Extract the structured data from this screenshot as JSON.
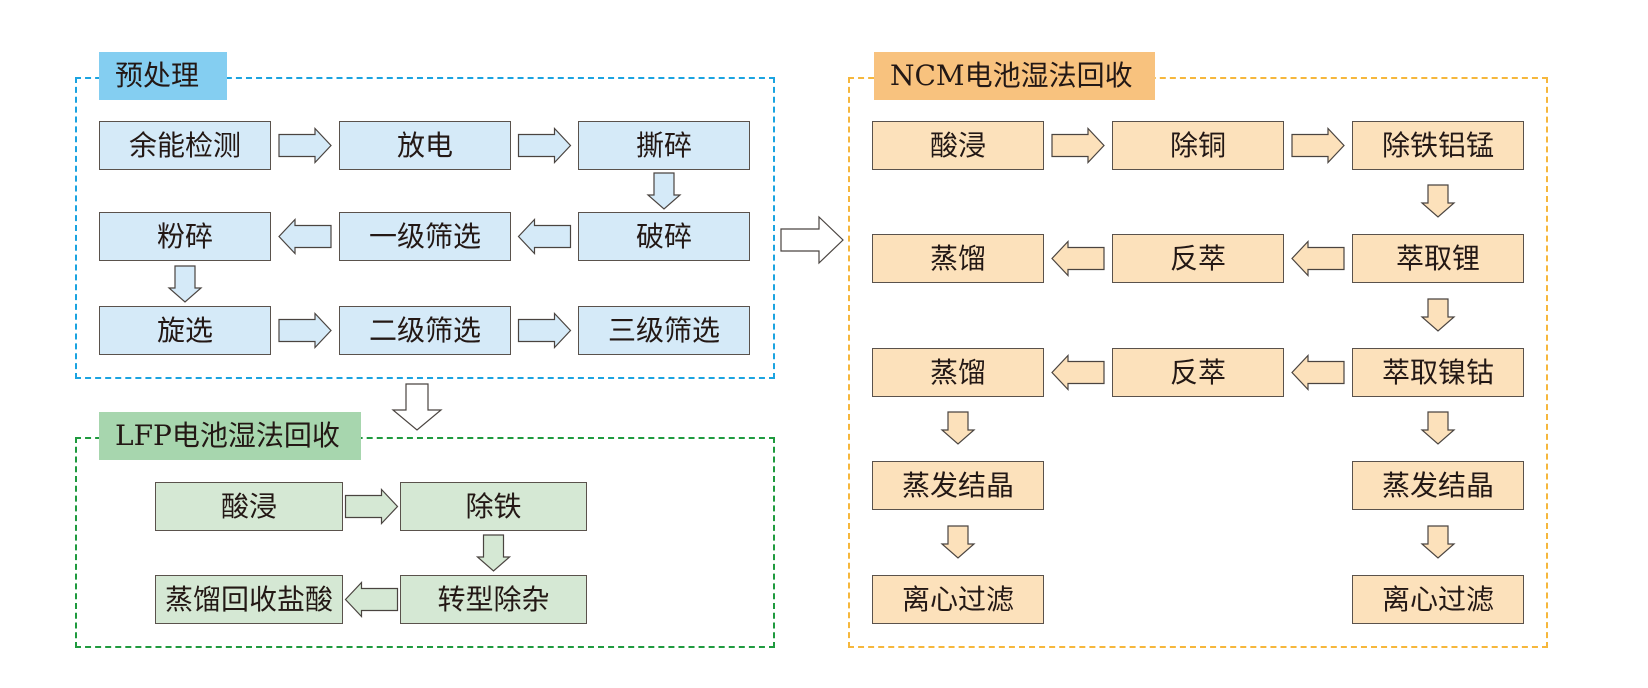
{
  "sections": {
    "pretreatment": {
      "title": "预处理",
      "color": "#84cef1",
      "box_color": "#d5eaf8",
      "steps": [
        "余能检测",
        "放电",
        "撕碎",
        "破碎",
        "一级筛选",
        "粉碎",
        "旋选",
        "二级筛选",
        "三级筛选"
      ]
    },
    "lfp": {
      "title": "LFP电池湿法回收",
      "color": "#a7d6ae",
      "box_color": "#d5e8d4",
      "steps": [
        "酸浸",
        "除铁",
        "转型除杂",
        "蒸馏回收盐酸"
      ]
    },
    "ncm": {
      "title": "NCM电池湿法回收",
      "color": "#f8c27e",
      "box_color": "#fce1bb",
      "steps": [
        "酸浸",
        "除铜",
        "除铁铝锰",
        "萃取锂",
        "反萃",
        "蒸馏",
        "萃取镍钴",
        "反萃",
        "蒸馏",
        "蒸发结晶",
        "离心过滤",
        "蒸发结晶",
        "离心过滤"
      ]
    }
  },
  "edges": [
    [
      "余能检测",
      "放电"
    ],
    [
      "放电",
      "撕碎"
    ],
    [
      "撕碎",
      "破碎"
    ],
    [
      "破碎",
      "一级筛选"
    ],
    [
      "一级筛选",
      "粉碎"
    ],
    [
      "粉碎",
      "旋选"
    ],
    [
      "旋选",
      "二级筛选"
    ],
    [
      "二级筛选",
      "三级筛选"
    ],
    [
      "预处理",
      "LFP电池湿法回收"
    ],
    [
      "预处理",
      "NCM电池湿法回收"
    ]
  ]
}
